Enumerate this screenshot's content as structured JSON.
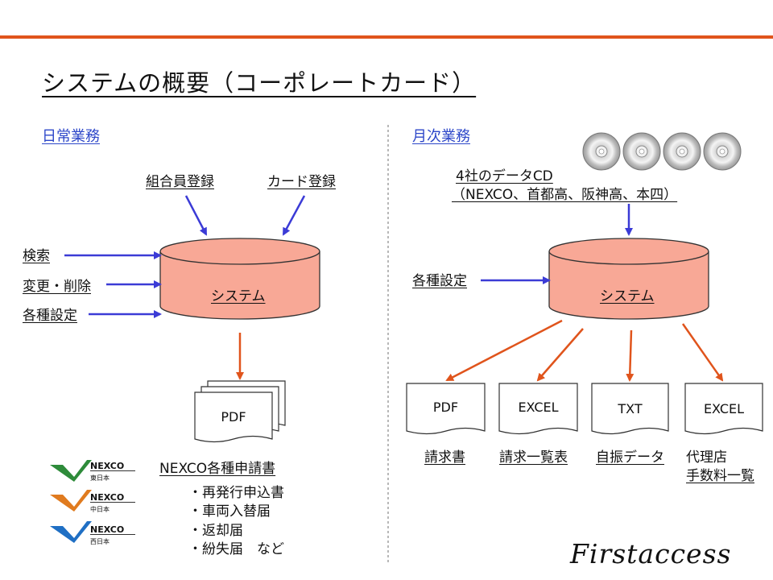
{
  "slide": {
    "title": "システムの概要（コーポレートカード）",
    "brand": "Firstaccess"
  },
  "daily": {
    "heading": "日常業務",
    "inputs_top": [
      "組合員登録",
      "カード登録"
    ],
    "inputs_left": [
      "検索",
      "変更・削除",
      "各種設定"
    ],
    "system_label": "システム",
    "output_doc": "PDF",
    "output_title": "NEXCO各種申請書",
    "output_items": [
      "・再発行申込書",
      "・車両入替届",
      "・返却届",
      "・紛失届　など"
    ]
  },
  "monthly": {
    "heading": "月次業務",
    "cd_line1": "4社のデータCD",
    "cd_line2": "（NEXCO、首都高、阪神高、本四）",
    "input_left": "各種設定",
    "system_label": "システム",
    "outputs": [
      {
        "doc": "PDF",
        "caption": "請求書"
      },
      {
        "doc": "EXCEL",
        "caption": "請求一覧表"
      },
      {
        "doc": "TXT",
        "caption": "自振データ"
      },
      {
        "doc": "EXCEL",
        "caption": "代理店",
        "caption2": "手数料一覧"
      }
    ]
  },
  "logos": [
    {
      "word": "NEXCO",
      "sub": "東日本",
      "color": "#2e8b3a"
    },
    {
      "word": "NEXCO",
      "sub": "中日本",
      "color": "#e07b1f"
    },
    {
      "word": "NEXCO",
      "sub": "西日本",
      "color": "#1f6fc4"
    }
  ],
  "colors": {
    "accent_bar": "#e0541c",
    "heading_blue": "#2d47c9",
    "arrow_blue": "#3b3bd6",
    "arrow_orange": "#e0541c",
    "cylinder_fill": "#f8a896"
  }
}
